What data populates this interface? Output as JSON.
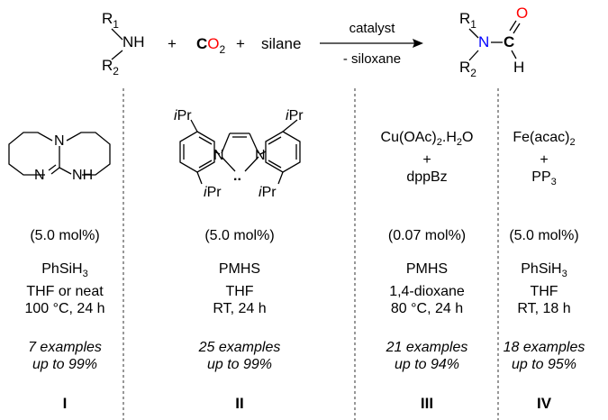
{
  "scheme": {
    "reactant_amine": {
      "r1": "R",
      "r1_sub": "1",
      "r2": "R",
      "r2_sub": "2",
      "nh": "NH"
    },
    "plus": "+",
    "co2": {
      "c": "C",
      "o": "O",
      "sub": "2"
    },
    "silane": "silane",
    "arrow_top": "catalyst",
    "arrow_bottom": "- siloxane",
    "product": {
      "r1": "R",
      "r1_sub": "1",
      "r2": "R",
      "r2_sub": "2",
      "n": "N",
      "c": "C",
      "o": "O",
      "h": "H"
    },
    "colors": {
      "nitrogen": "#0000ff",
      "oxygen": "#ff0000",
      "carbon": "#000000"
    }
  },
  "catalyst_I": {
    "structure_atoms": {
      "n_top": "N",
      "n_left": "N",
      "nh": "N",
      "h": "H"
    }
  },
  "catalyst_II": {
    "structure_atoms": {
      "n1": "N",
      "n2": "N",
      "ipr": "iPr",
      "i": "i",
      "pr": "Pr",
      "dots": ".."
    }
  },
  "catalyst_III": {
    "line1": "Cu(OAc)",
    "line1_sub": "2",
    "line1_tail": ".H",
    "line1_sub2": "2",
    "line1_end": "O",
    "plus": "+",
    "line2": "dppBz"
  },
  "catalyst_IV": {
    "line1": "Fe(acac)",
    "line1_sub": "2",
    "plus": "+",
    "line2": "PP",
    "line2_sub": "3"
  },
  "columns": [
    {
      "loading": "(5.0 mol%)",
      "silane": "PhSiH",
      "silane_sub": "3",
      "solvent": "THF or neat",
      "conditions": "100 °C, 24 h",
      "examples": "7 examples",
      "yield": "up to 99%",
      "label": "I"
    },
    {
      "loading": "(5.0 mol%)",
      "silane": "PMHS",
      "silane_sub": "",
      "solvent": "THF",
      "conditions": "RT, 24 h",
      "examples": "25 examples",
      "yield": "up to 99%",
      "label": "II"
    },
    {
      "loading": "(0.07 mol%)",
      "silane": "PMHS",
      "silane_sub": "",
      "solvent": "1,4-dioxane",
      "conditions": "80 °C, 24 h",
      "examples": "21 examples",
      "yield": "up to 94%",
      "label": "III"
    },
    {
      "loading": "(5.0 mol%)",
      "silane": "PhSiH",
      "silane_sub": "3",
      "solvent": "THF",
      "conditions": "RT, 18 h",
      "examples": "18 examples",
      "yield": "up to 95%",
      "label": "IV"
    }
  ]
}
